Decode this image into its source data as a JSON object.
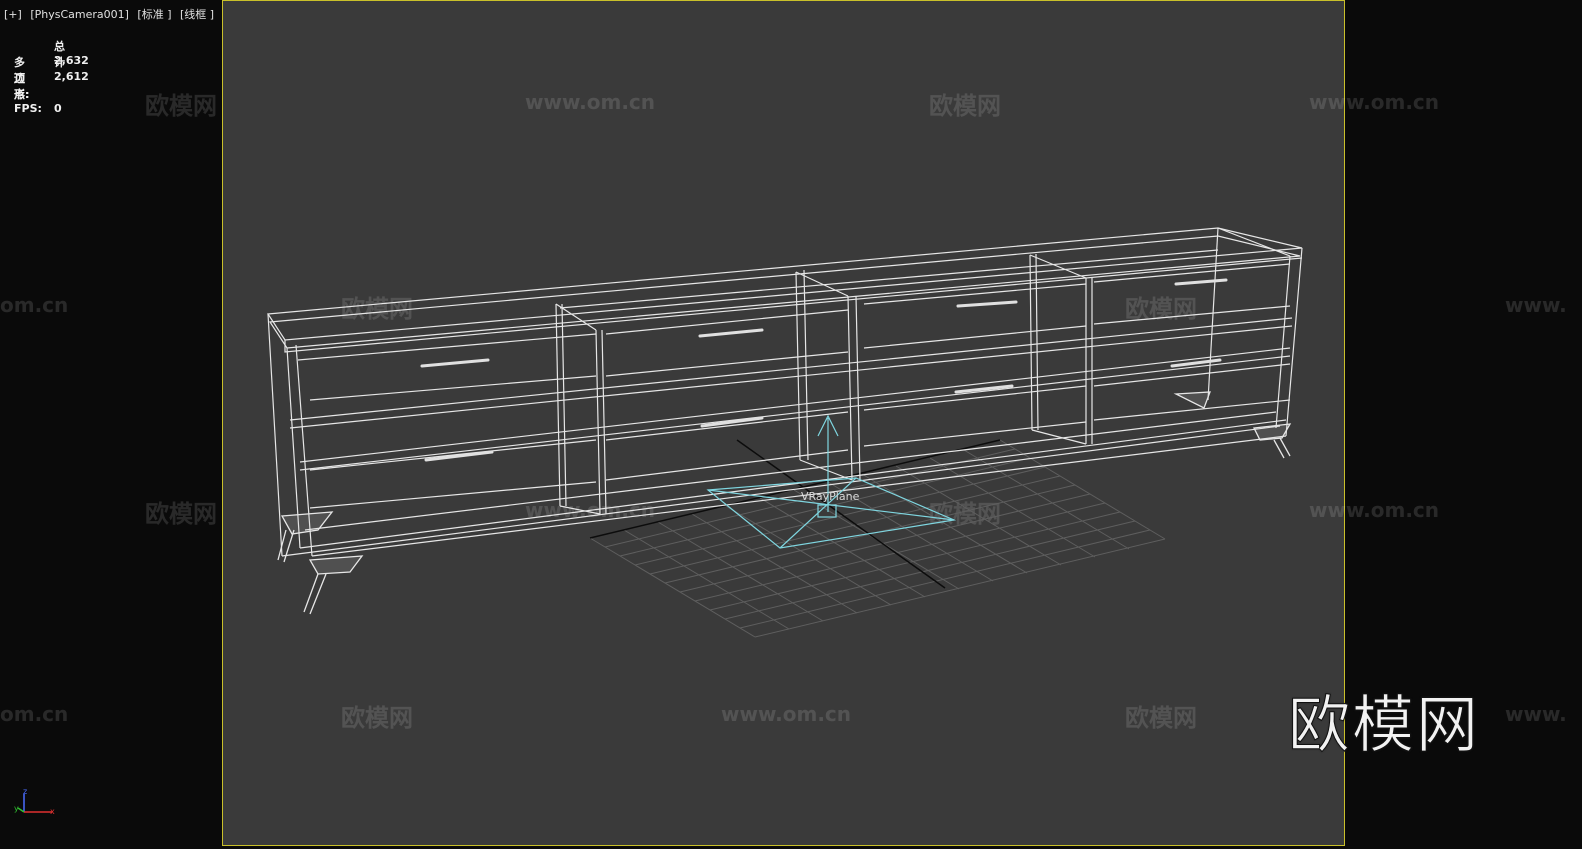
{
  "viewport": {
    "labels": [
      "[+]",
      "[PhysCamera001]",
      "[标准 ]",
      "[线框 ]"
    ]
  },
  "stats": {
    "header": "总计",
    "polygons_label": "多边形:",
    "polygons_value": "2,632",
    "vertices_label": "顶点:",
    "vertices_value": "2,612",
    "fps_label": "FPS:",
    "fps_value": "0"
  },
  "scene": {
    "object_label": "VRayPlane"
  },
  "watermarks": {
    "logo_text": "欧模网",
    "url_text": "www.om.cn",
    "url_partial_left": "om.cn",
    "url_partial_right": "www."
  },
  "axis_gizmo": {
    "x": "x",
    "y": "y",
    "z": "z"
  },
  "colors": {
    "viewport_bg": "#3a3a3a",
    "outer_bg": "#0a0a0a",
    "safe_frame_border": "#c9c02a",
    "wireframe": "#e8e8e8",
    "vray_plane": "#7fd6e0",
    "grid": "#5a5a5a"
  }
}
